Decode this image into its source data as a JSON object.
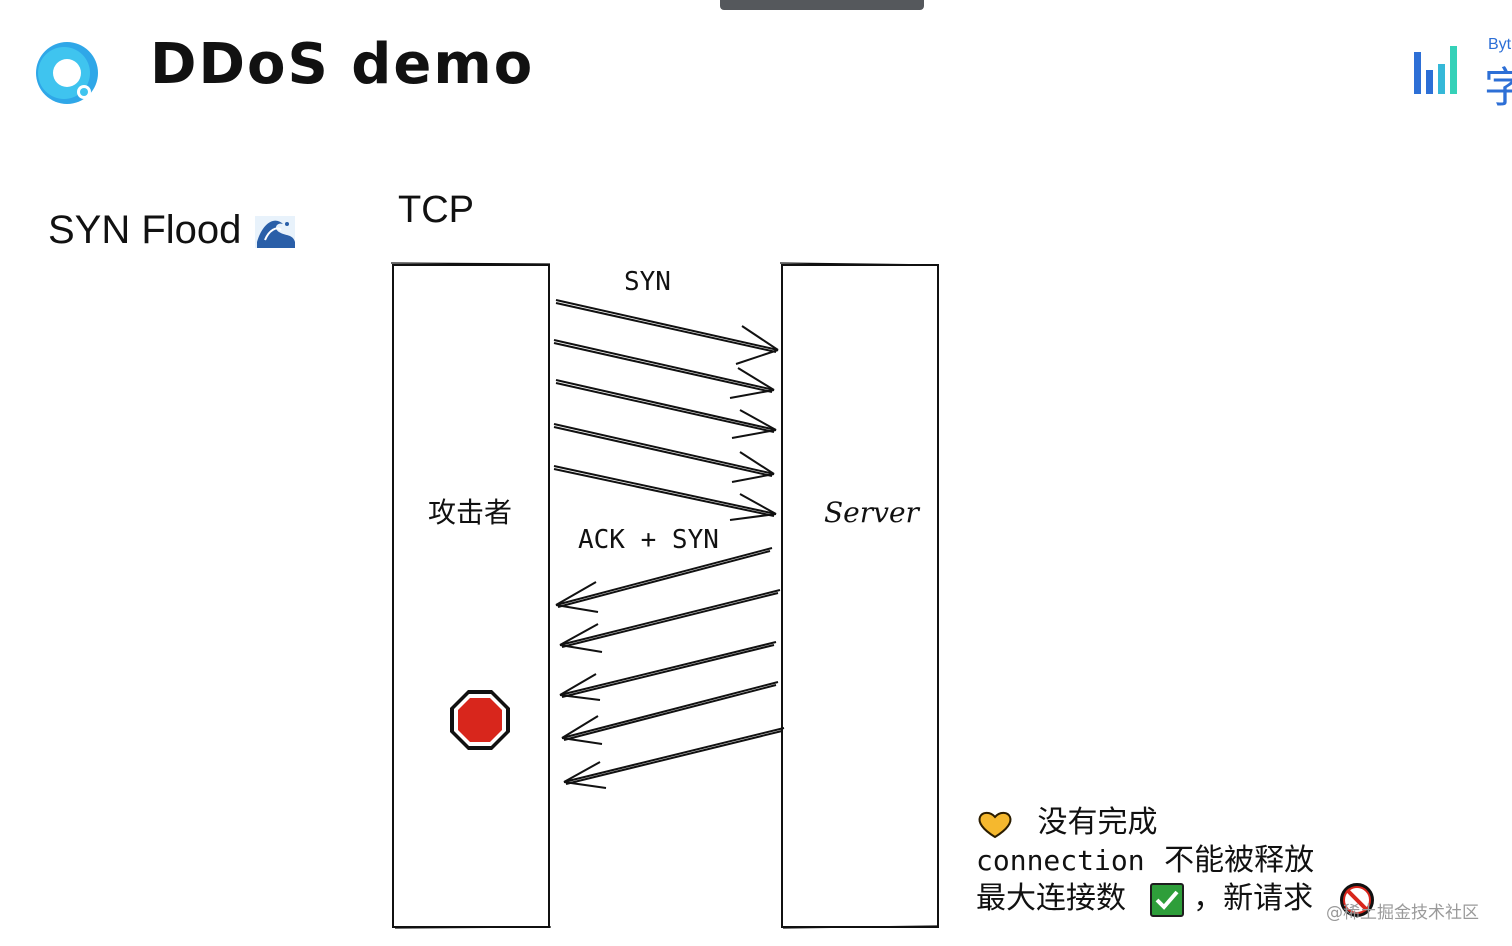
{
  "slide": {
    "title": "DDoS demo",
    "brand_top": "Byt",
    "brand_cn": "字"
  },
  "left_label": "SYN Flood",
  "diagram": {
    "protocol_label": "TCP",
    "attacker_label": "攻击者",
    "server_label": "Server",
    "syn_label": "SYN",
    "ack_syn_label": "ACK + SYN"
  },
  "note": {
    "line1": "没有完成",
    "line2_code": "connection",
    "line2_text": "不能被释放",
    "line3_a": "最大连接数",
    "line3_b": "，新请求"
  },
  "watermark": "@稀土掘金技术社区",
  "icons": {
    "wave": "wave-icon",
    "stop": "stop-sign-icon",
    "heart": "yellow-heart-icon",
    "check": "check-box-icon",
    "prohibited": "prohibited-icon"
  }
}
